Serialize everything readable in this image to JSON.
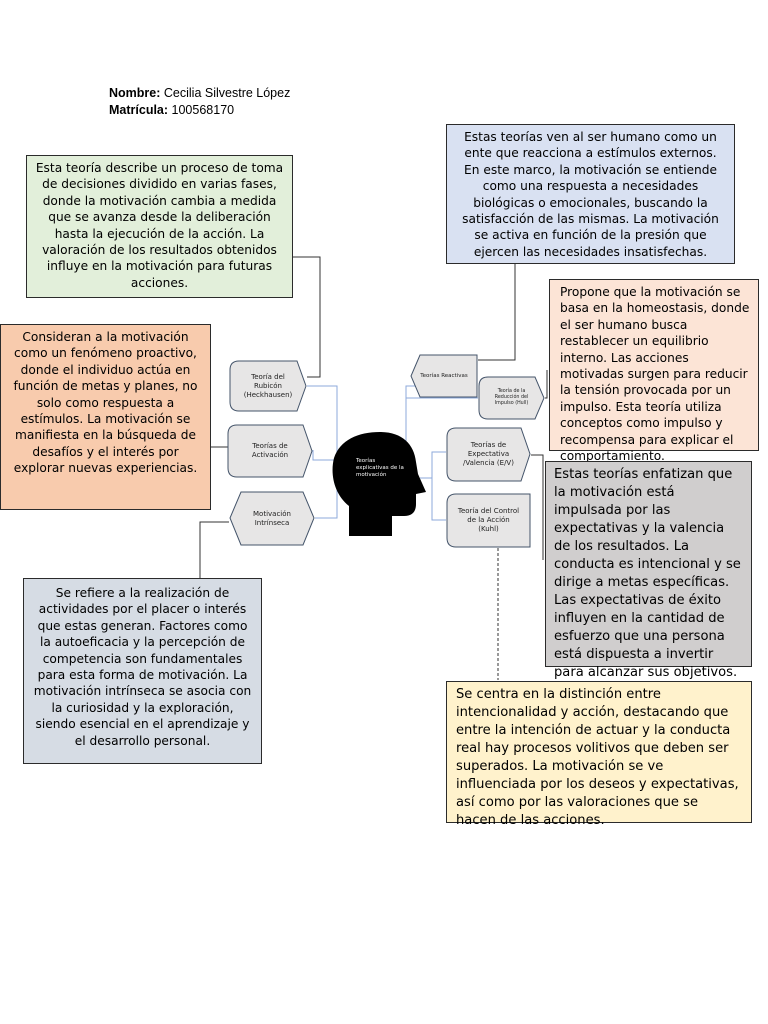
{
  "header": {
    "nombre_label": "Nombre:",
    "nombre_value": "Cecilia Silvestre López",
    "matricula_label": "Matrícula:",
    "matricula_value": "100568170"
  },
  "center": {
    "label": "Teorías explicativas de la motivación"
  },
  "nodes": {
    "rubicon": "Teoría del Rubicón (Heckhausen)",
    "activacion": "Teorías de Activación",
    "intrinseca": "Motivación Intrínseca",
    "reactivas": "Teorías Reactivas",
    "reduccion": "Teoría de la Reducción del Impulso (Hull)",
    "expectativa": "Teorías de Expectativa /Valencia (E/V)",
    "control": "Teoría del Control de la Acción (Kuhl)"
  },
  "boxes": {
    "rubicon": "Esta teoría describe un proceso de toma de decisiones dividido en varias fases, donde la motivación cambia a medida que se avanza desde la deliberación hasta la ejecución de la acción. La valoración de los resultados obtenidos influye en la motivación para futuras acciones.",
    "activacion": "Consideran a la motivación como un fenómeno proactivo, donde el individuo actúa en función de metas y planes, no solo como respuesta a estímulos. La motivación se manifiesta en la búsqueda de desafíos y el interés por explorar nuevas experiencias.",
    "intrinseca": "Se refiere a la realización de actividades por el placer o interés que estas generan. Factores como la autoeficacia y la percepción de competencia son fundamentales para esta forma de motivación. La motivación intrínseca se asocia con la curiosidad y la exploración, siendo esencial en el aprendizaje y el desarrollo personal.",
    "reactivas": "Estas teorías ven al ser humano como un ente que reacciona a estímulos externos. En este marco, la motivación se entiende como una respuesta a necesidades biológicas o emocionales, buscando la satisfacción de las mismas. La motivación se activa en función de la presión que ejercen las necesidades insatisfechas.",
    "reduccion": "Propone que la motivación se basa en la homeostasis, donde el ser humano busca restablecer un equilibrio interno. Las acciones motivadas surgen para reducir la tensión provocada por un impulso. Esta teoría utiliza conceptos como impulso y recompensa para explicar el comportamiento.",
    "expectativa": "Estas teorías enfatizan que la motivación está impulsada por las expectativas y la valencia de los resultados. La conducta es intencional y se dirige a metas específicas. Las expectativas de éxito influyen en la cantidad de esfuerzo que una persona está dispuesta a invertir para alcanzar sus objetivos.",
    "control": "Se centra en la distinción entre intencionalidad y acción, destacando que entre la intención de actuar y la conducta real hay procesos volitivos que deben ser superados. La motivación se ve influenciada por los deseos y expectativas, así como por las valoraciones que se hacen de las acciones."
  },
  "colors": {
    "rubicon_fill": "#e2efda",
    "activacion_fill": "#f8cbad",
    "intrinseca_fill": "#d6dce4",
    "reactivas_fill": "#d9e1f2",
    "reduccion_fill": "#fce4d6",
    "expectativa_fill": "#d0cece",
    "control_fill": "#fff2cc",
    "node_fill": "#e7e6e6",
    "node_stroke": "#44546a",
    "head_fill": "#000000",
    "connector": "#8eaadb"
  }
}
